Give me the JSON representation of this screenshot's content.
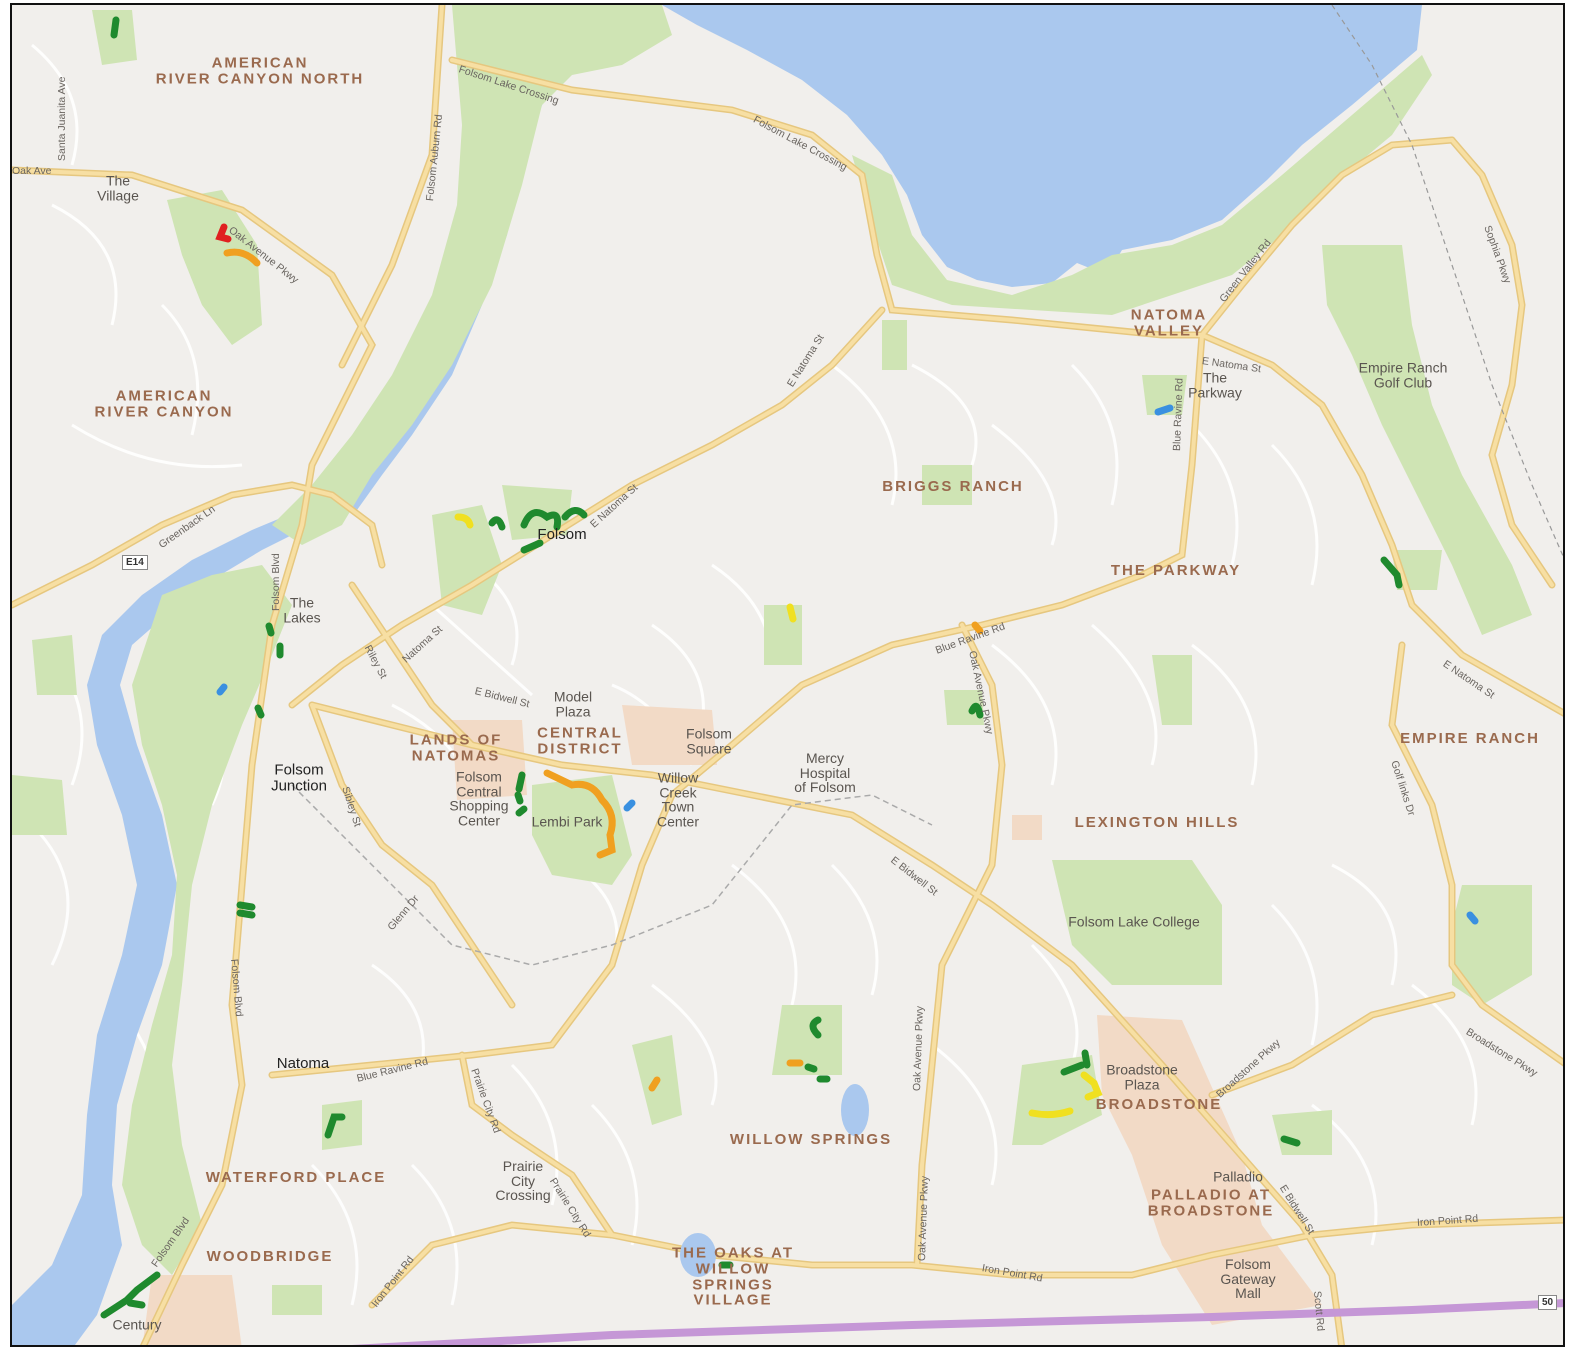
{
  "map": {
    "colors": {
      "land": "#f1efec",
      "water": "#aac8ee",
      "park": "#cfe4b4",
      "park_dark": "#b6d79a",
      "road": "#f7dfa3",
      "road_edge": "#e6c77f",
      "street": "#ffffff",
      "commercial": "#f2dac6",
      "freeway": "#c597d6"
    },
    "neighborhoods": [
      {
        "name": "AMERICAN\nRIVER CANYON NORTH",
        "id": "american-river-canyon-north"
      },
      {
        "name": "AMERICAN\nRIVER CANYON",
        "id": "american-river-canyon"
      },
      {
        "name": "NATOMA\nVALLEY",
        "id": "natoma-valley"
      },
      {
        "name": "BRIGGS RANCH",
        "id": "briggs-ranch"
      },
      {
        "name": "THE PARKWAY",
        "id": "the-parkway"
      },
      {
        "name": "EMPIRE RANCH",
        "id": "empire-ranch"
      },
      {
        "name": "LANDS OF\nNATOMAS",
        "id": "lands-of-natomas"
      },
      {
        "name": "CENTRAL\nDISTRICT",
        "id": "central-district"
      },
      {
        "name": "LEXINGTON HILLS",
        "id": "lexington-hills"
      },
      {
        "name": "WILLOW SPRINGS",
        "id": "willow-springs"
      },
      {
        "name": "BROADSTONE",
        "id": "broadstone"
      },
      {
        "name": "PALLADIO AT\nBROADSTONE",
        "id": "palladio-at-broadstone"
      },
      {
        "name": "WATERFORD PLACE",
        "id": "waterford-place"
      },
      {
        "name": "WOODBRIDGE",
        "id": "woodbridge"
      },
      {
        "name": "THE OAKS AT\nWILLOW\nSPRINGS\nVILLAGE",
        "id": "the-oaks-at-willow-springs-village"
      }
    ],
    "places": [
      {
        "name": "The\nVillage",
        "id": "the-village"
      },
      {
        "name": "The\nParkway",
        "id": "the-parkway-place"
      },
      {
        "name": "Empire Ranch\nGolf Club",
        "id": "empire-ranch-golf-club"
      },
      {
        "name": "The\nLakes",
        "id": "the-lakes"
      },
      {
        "name": "Model\nPlaza",
        "id": "model-plaza"
      },
      {
        "name": "Folsom\nSquare",
        "id": "folsom-square"
      },
      {
        "name": "Folsom\nCentral\nShopping\nCenter",
        "id": "folsom-central-shopping-center"
      },
      {
        "name": "Lembi Park",
        "id": "lembi-park"
      },
      {
        "name": "Willow\nCreek\nTown\nCenter",
        "id": "willow-creek-town-center"
      },
      {
        "name": "Mercy\nHospital\nof Folsom",
        "id": "mercy-hospital"
      },
      {
        "name": "Folsom Lake College",
        "id": "folsom-lake-college"
      },
      {
        "name": "Broadstone\nPlaza",
        "id": "broadstone-plaza"
      },
      {
        "name": "Palladio",
        "id": "palladio"
      },
      {
        "name": "Prairie\nCity\nCrossing",
        "id": "prairie-city-crossing"
      },
      {
        "name": "Folsom\nGateway\nMall",
        "id": "folsom-gateway-mall"
      },
      {
        "name": "Century",
        "id": "century"
      }
    ],
    "cities": [
      {
        "name": "Folsom",
        "id": "folsom"
      },
      {
        "name": "Folsom\nJunction",
        "id": "folsom-junction"
      },
      {
        "name": "Natoma",
        "id": "natoma"
      }
    ],
    "roads": [
      "Santa Juanita Ave",
      "Oak Ave",
      "Oak Avenue Pkwy",
      "Folsom Auburn Rd",
      "Folsom Lake Crossing",
      "Folsom Lake Crossing",
      "Green Valley Rd",
      "Sophia Pkwy",
      "E Natoma St",
      "Blue Ravine Rd",
      "E Natoma St",
      "Greenback Ln",
      "Folsom Blvd",
      "Riley St",
      "Natoma St",
      "E Bidwell St",
      "E Natoma St",
      "Blue Ravine Rd",
      "Oak Avenue Pkwy",
      "Golf links Dr",
      "E Natoma St",
      "Sibley St",
      "E Bidwell St",
      "Glenn Dr",
      "Folsom Blvd",
      "Blue Ravine Rd",
      "Prairie City Rd",
      "Prairie City Rd",
      "Oak Avenue Pkwy",
      "Oak Avenue Pkwy",
      "Broadstone Pkwy",
      "Broadstone Pkwy",
      "E Bidwell St",
      "Iron Point Rd",
      "Iron Point Rd",
      "Iron Point Rd",
      "Folsom Blvd",
      "Scott Rd"
    ],
    "shields": [
      "E14",
      "50"
    ]
  }
}
